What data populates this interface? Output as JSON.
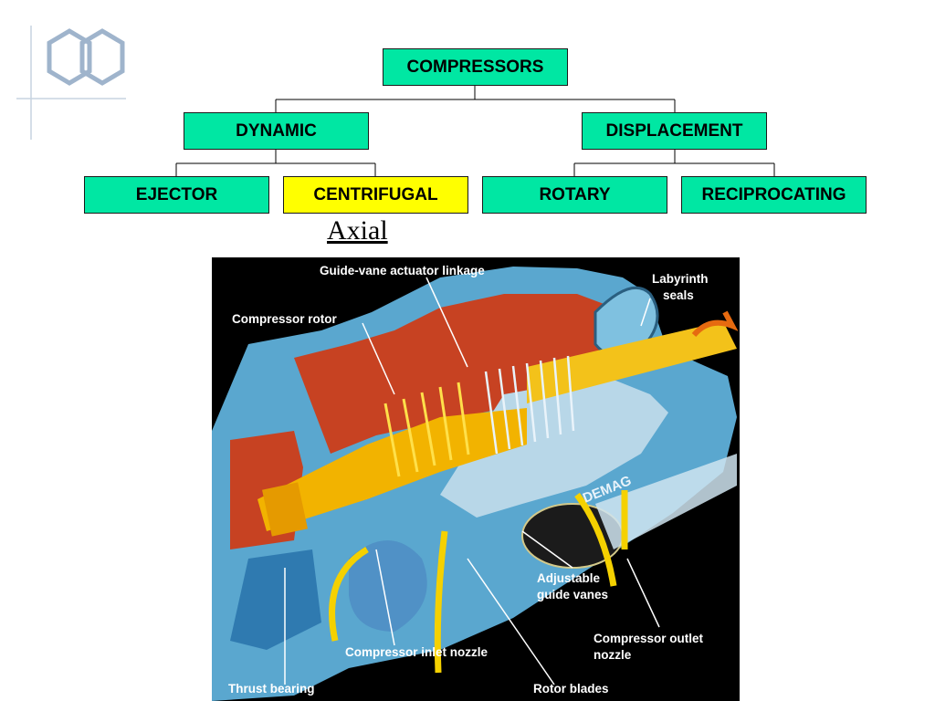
{
  "tree": {
    "root": "COMPRESSORS",
    "dynamic": "DYNAMIC",
    "displacement": "DISPLACEMENT",
    "ejector": "EJECTOR",
    "centrifugal": "CENTRIFUGAL",
    "rotary": "ROTARY",
    "reciprocating": "RECIPROCATING"
  },
  "axial_label": "Axial",
  "figure_labels": {
    "guide_vane_actuator": "Guide-vane actuator linkage",
    "labyrinth_1": "Labyrinth",
    "labyrinth_2": "seals",
    "compressor_rotor": "Compressor rotor",
    "adjustable_1": "Adjustable",
    "adjustable_2": "guide vanes",
    "outlet_1": "Compressor outlet",
    "outlet_2": "nozzle",
    "inlet_nozzle": "Compressor inlet nozzle",
    "thrust_bearing": "Thrust bearing",
    "rotor_blades": "Rotor blades",
    "brand": "DEMAG"
  },
  "colors": {
    "node_fill": "#00e7a3",
    "highlight_fill": "#ffff00",
    "logo_stroke": "#9fb4cc"
  }
}
